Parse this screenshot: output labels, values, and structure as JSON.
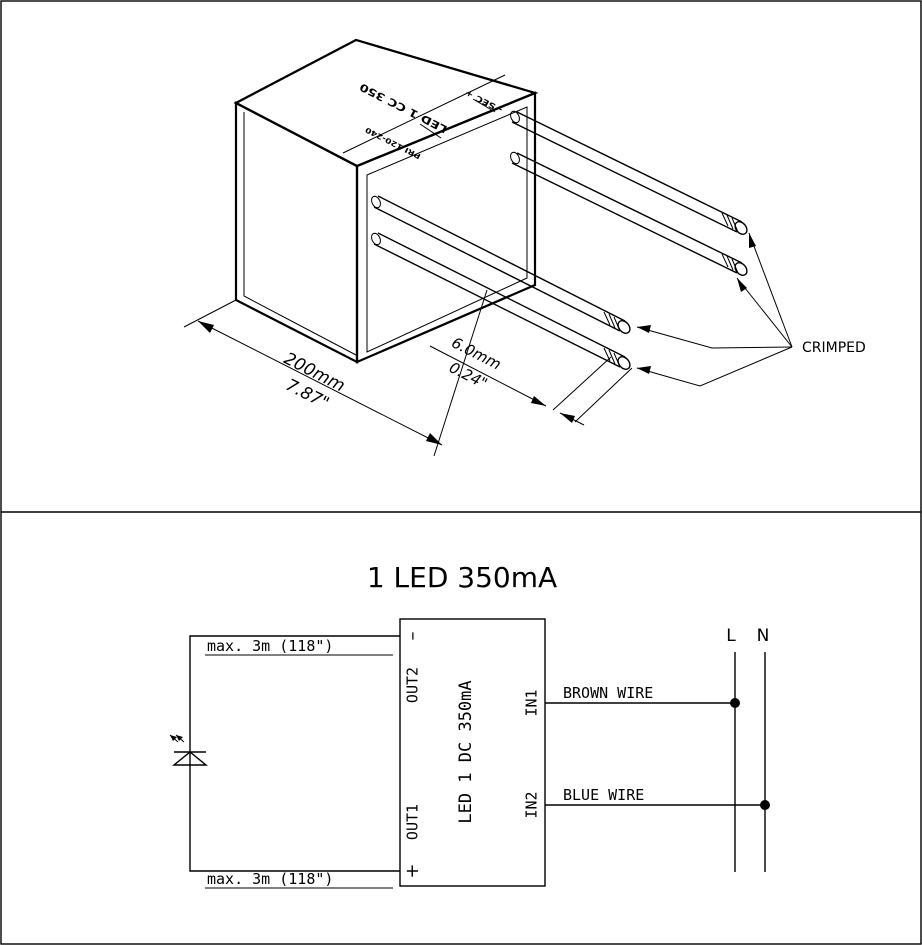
{
  "top_panel": {
    "label_text": {
      "product": "LED 1 CC 350",
      "input": "PRI 120-240",
      "secondary": "- SEC +"
    },
    "dimension_length_mm": "200mm",
    "dimension_length_in": "7.87\"",
    "dimension_strip_mm": "6.0mm",
    "dimension_strip_in": "0.24\"",
    "callout": "CRIMPED"
  },
  "bottom_panel": {
    "title": "1 LED 350mA",
    "cable_top": "max. 3m (118\")",
    "cable_bottom": "max. 3m (118\")",
    "out2": "OUT2",
    "out1": "OUT1",
    "minus": "–",
    "plus": "+",
    "driver_label": "LED 1 DC 350mA",
    "in1": "IN1",
    "in2": "IN2",
    "brown_wire": "BROWN WIRE",
    "blue_wire": "BLUE WIRE",
    "line_L": "L",
    "line_N": "N"
  }
}
